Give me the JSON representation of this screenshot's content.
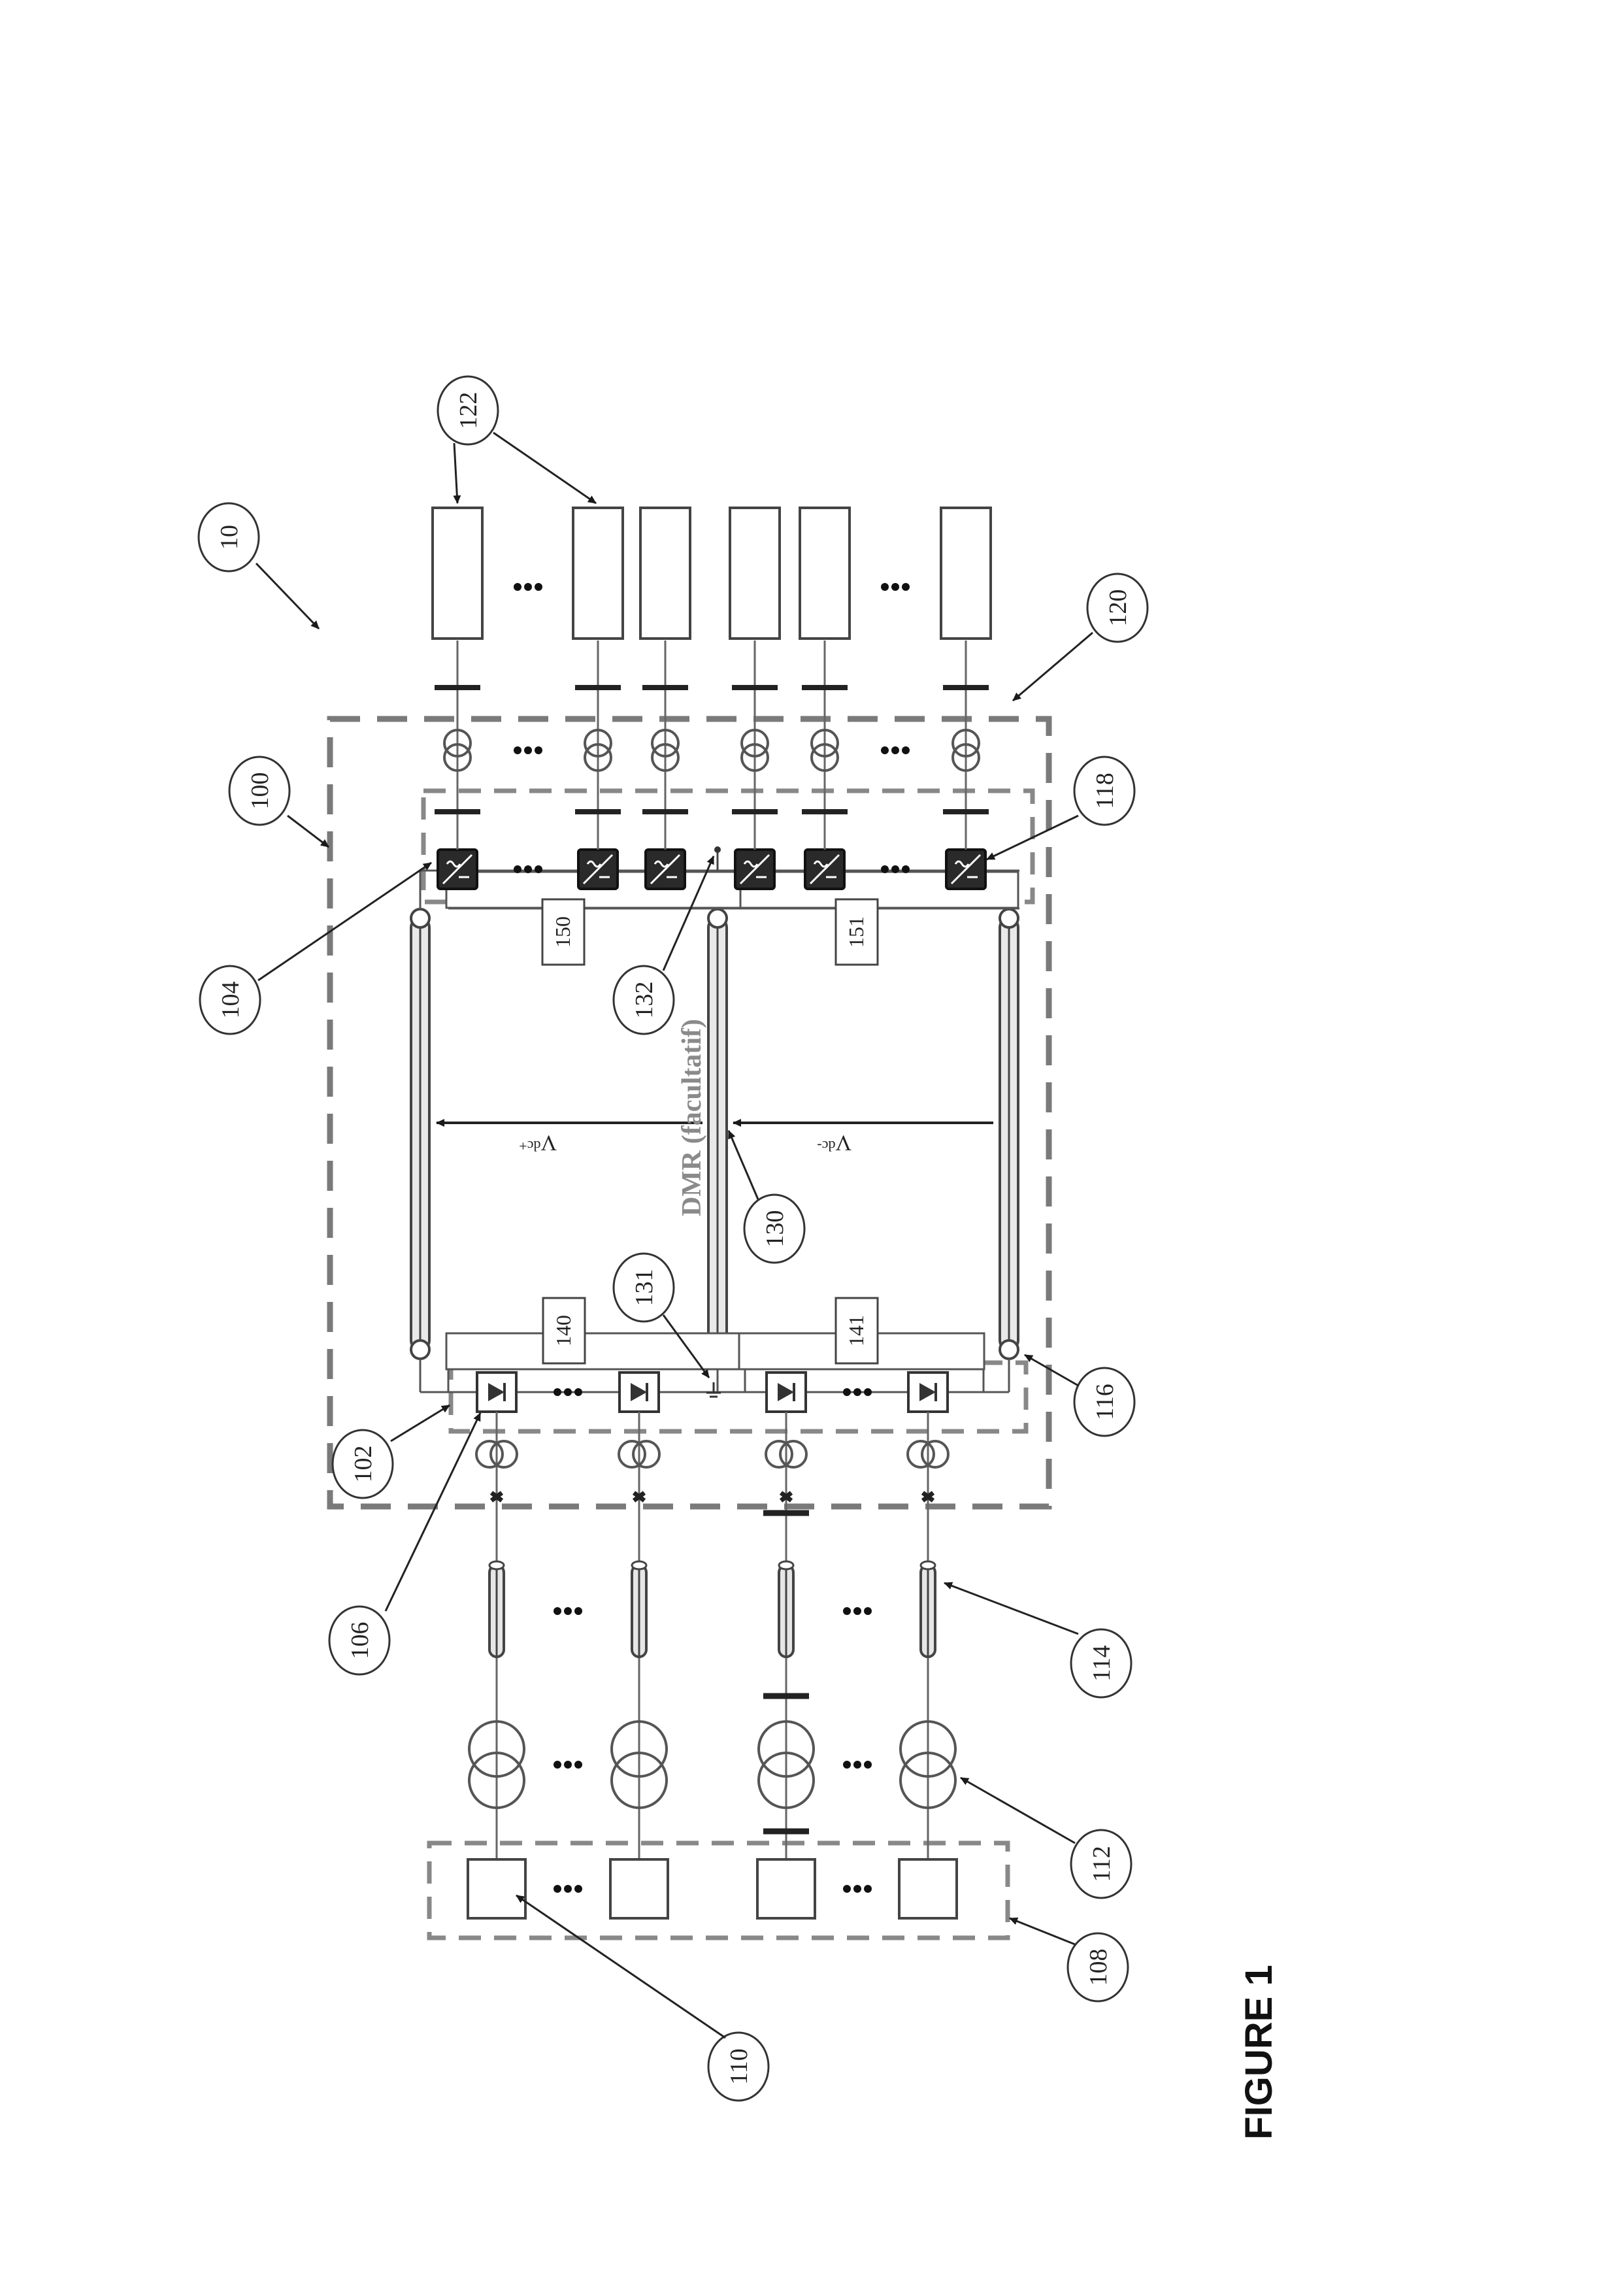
{
  "figure": {
    "caption": "FIGURE 1",
    "vdc_pos": "V",
    "vdc_pos_sub": "dc+",
    "vdc_neg": "V",
    "vdc_neg_sub": "dc-",
    "dmr_label": "DMR (facultatif)",
    "refs": {
      "r10": "10",
      "r100": "100",
      "r102": "102",
      "r104": "104",
      "r106": "106",
      "r108": "108",
      "r110": "110",
      "r112": "112",
      "r114": "114",
      "r116": "116",
      "r118": "118",
      "r120": "120",
      "r122": "122",
      "r130": "130",
      "r131": "131",
      "r132": "132",
      "b140": "140",
      "b141": "141",
      "b150": "150",
      "b151": "151"
    }
  }
}
